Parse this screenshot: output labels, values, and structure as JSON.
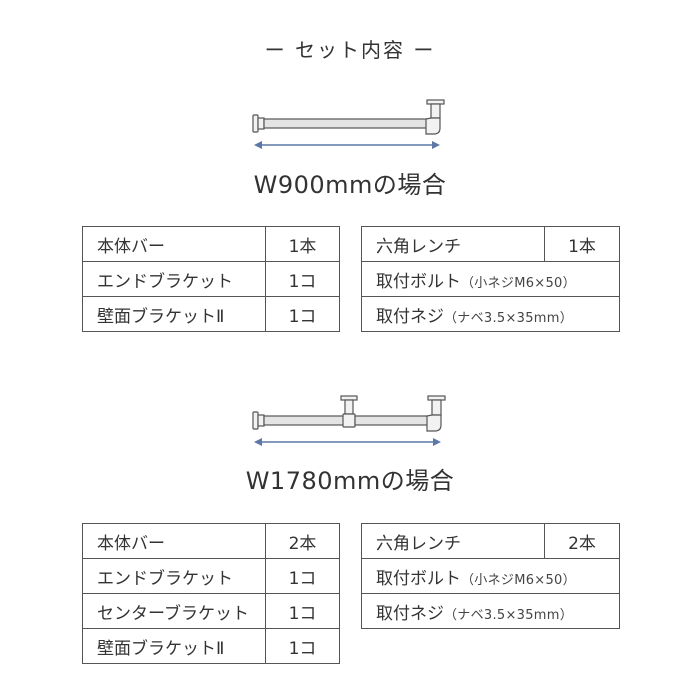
{
  "title": "ー セット内容 ー",
  "section1": {
    "label": "W900mmの場合",
    "parts": [
      {
        "name": "本体バー",
        "qty": "1本"
      },
      {
        "name": "エンドブラケット",
        "qty": "1コ"
      },
      {
        "name": "壁面ブラケットⅡ",
        "qty": "1コ"
      }
    ],
    "tools": {
      "wrench_name": "六角レンチ",
      "wrench_qty": "1本",
      "bolt_main": "取付ボルト",
      "bolt_note": "（小ネジM6×50）",
      "screw_main": "取付ネジ",
      "screw_note": "（ナベ3.5×35mm）"
    }
  },
  "section2": {
    "label": "W1780mmの場合",
    "parts": [
      {
        "name": "本体バー",
        "qty": "2本"
      },
      {
        "name": "エンドブラケット",
        "qty": "1コ"
      },
      {
        "name": "センターブラケット",
        "qty": "1コ"
      },
      {
        "name": "壁面ブラケットⅡ",
        "qty": "1コ"
      }
    ],
    "tools": {
      "wrench_name": "六角レンチ",
      "wrench_qty": "2本",
      "bolt_main": "取付ボルト",
      "bolt_note": "（小ネジM6×50）",
      "screw_main": "取付ネジ",
      "screw_note": "（ナベ3.5×35mm）"
    }
  },
  "colors": {
    "arrow": "#5b78a6",
    "bar_fill": "#e4e4e4",
    "stroke": "#555555"
  }
}
